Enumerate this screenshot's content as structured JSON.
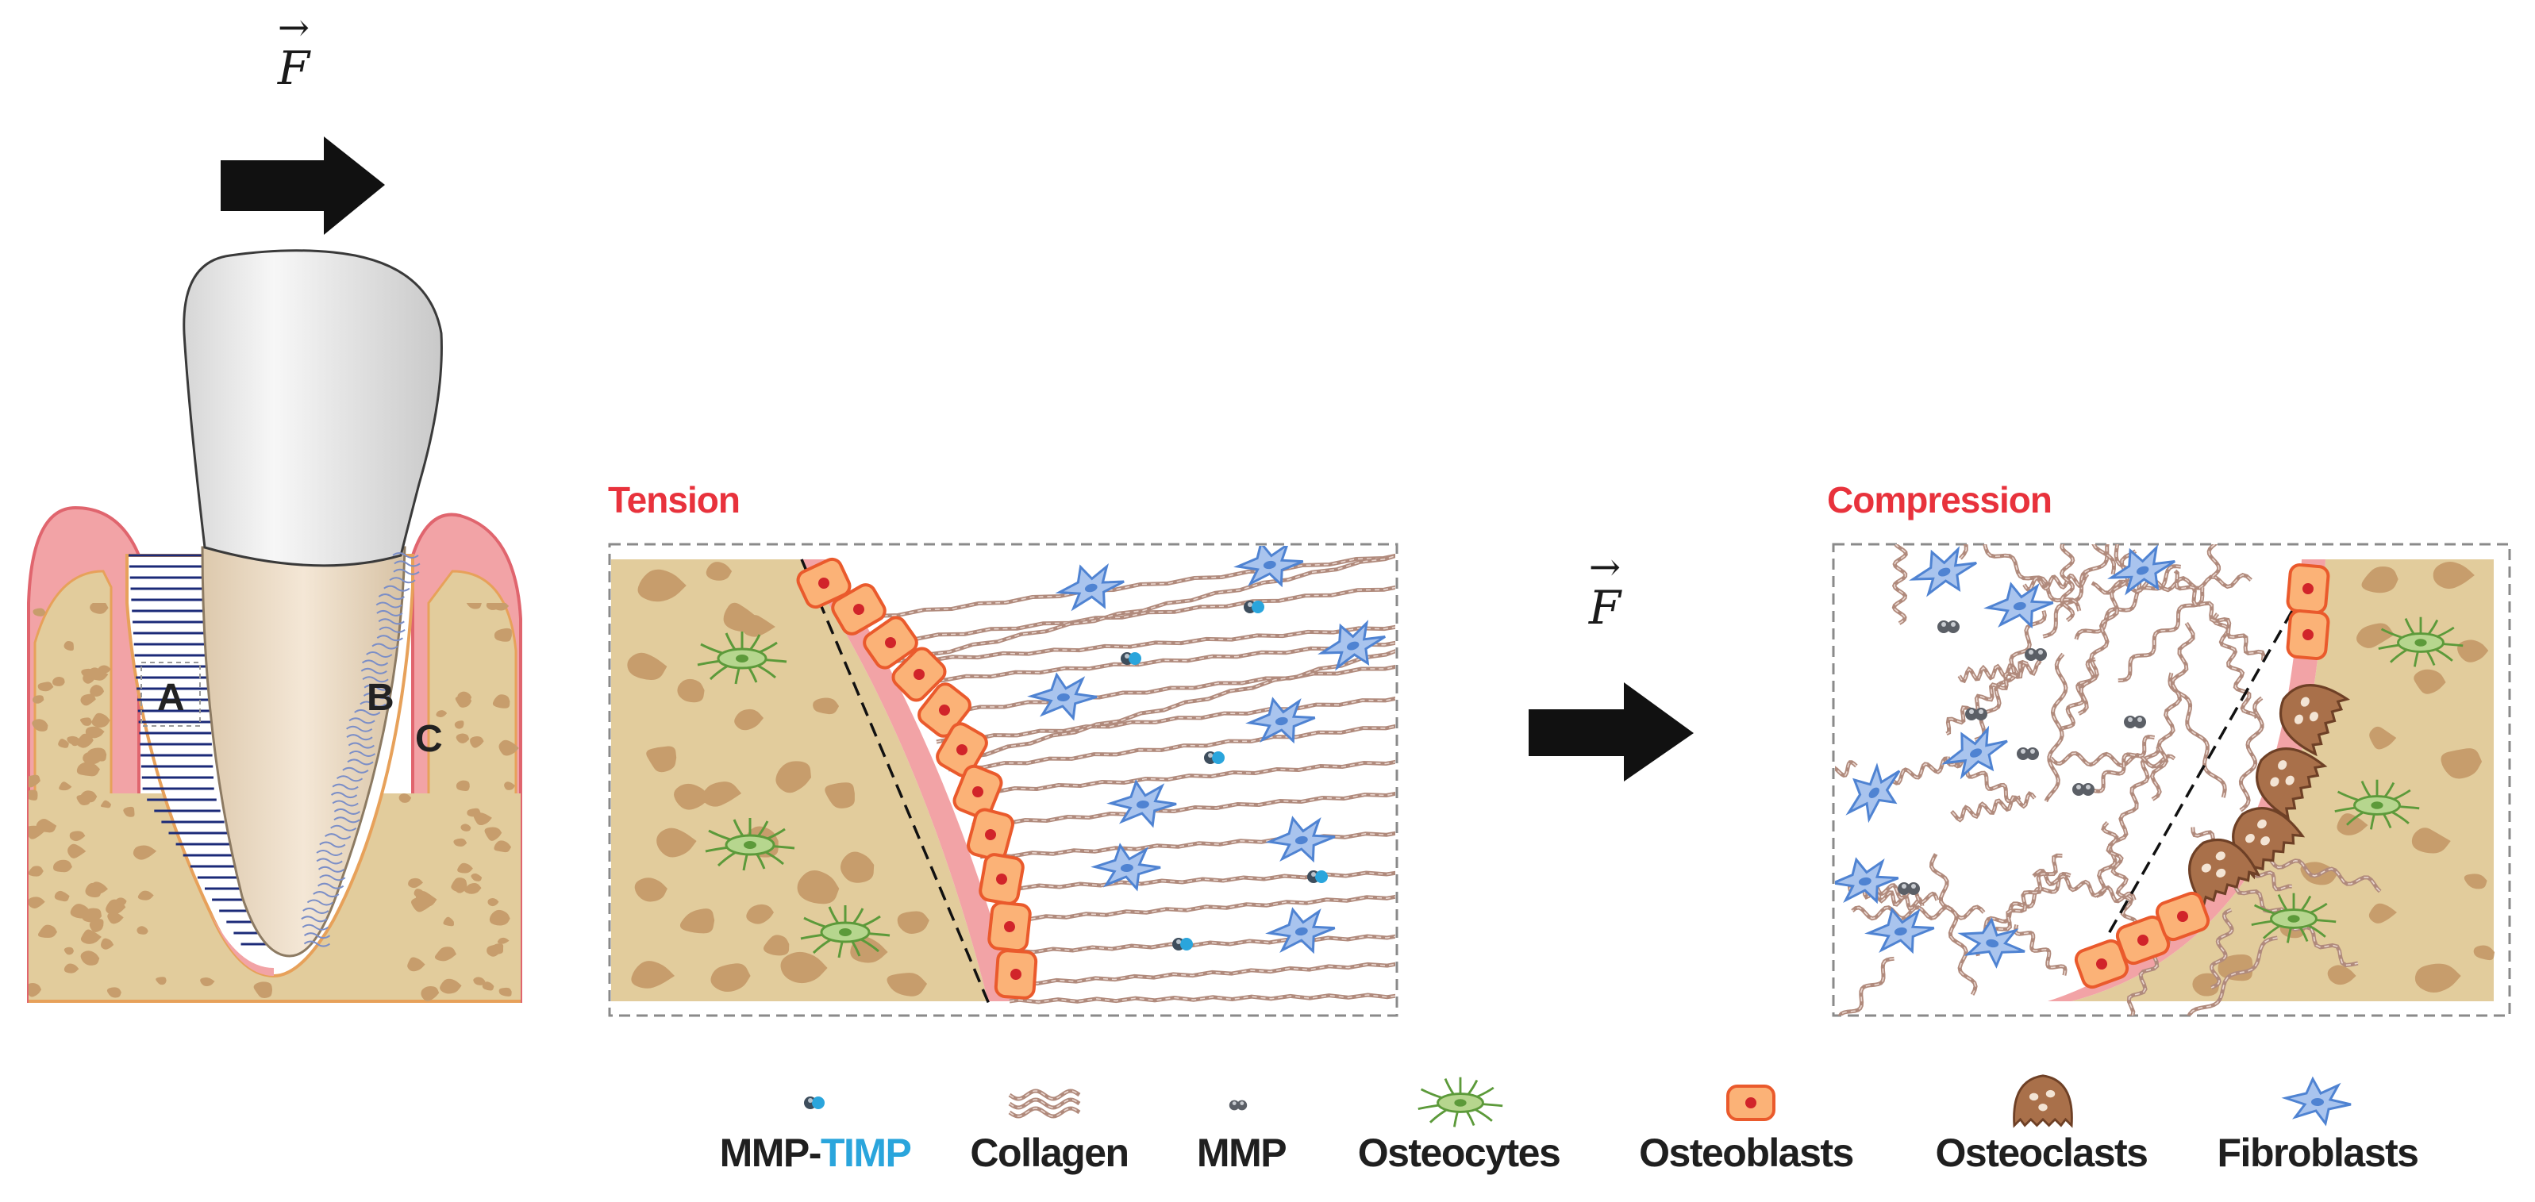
{
  "force_symbol": "F",
  "force_vector_mark": "→",
  "tooth_regions": {
    "a": "A",
    "b": "B",
    "c": "C"
  },
  "panels": {
    "tension": {
      "title": "Tension"
    },
    "compression": {
      "title": "Compression"
    }
  },
  "legend": [
    {
      "key": "mmp_timp",
      "label_part1": "MMP-",
      "label_part2": "TIMP",
      "icon": "mmp-timp-icon"
    },
    {
      "key": "collagen",
      "label": "Collagen",
      "icon": "collagen-icon"
    },
    {
      "key": "mmp",
      "label": "MMP",
      "icon": "mmp-icon"
    },
    {
      "key": "osteocytes",
      "label": "Osteocytes",
      "icon": "osteocyte-icon"
    },
    {
      "key": "osteoblasts",
      "label": "Osteoblasts",
      "icon": "osteoblast-icon"
    },
    {
      "key": "osteoclasts",
      "label": "Osteoclasts",
      "icon": "osteoclast-icon"
    },
    {
      "key": "fibroblasts",
      "label": "Fibroblasts",
      "icon": "fibroblast-icon"
    }
  ],
  "colors": {
    "gum": "#f2a3a6",
    "gum_edge": "#e0656e",
    "bone": "#e2cc9c",
    "bone_pore": "#c79d6c",
    "bone_edge": "#e7a15a",
    "osteoblast": "#fbb277",
    "osteoblast_edge": "#ea5a2c",
    "osteoclast": "#a9704a",
    "fibroblast": "#4f83d2",
    "osteocyte": "#5c9a3a",
    "collagen": "#b08a7c",
    "pdl_blue": "#1b2a78",
    "title_red": "#e8323c",
    "timp_blue": "#2aa5dc"
  }
}
